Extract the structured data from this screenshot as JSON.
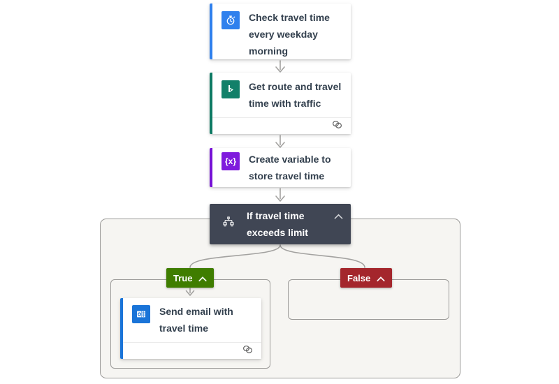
{
  "app": "flow-designer",
  "cards": {
    "trigger": {
      "title": "Check travel time every weekday morning",
      "icon": "alarm-clock-icon"
    },
    "get_route": {
      "title": "Get route and travel time with traffic",
      "icon": "bing-maps-icon",
      "footer_icon": "connections-icon"
    },
    "create_variable": {
      "title": "Create variable to store travel time",
      "icon": "variable-icon",
      "icon_text": "{x}"
    },
    "condition": {
      "title": "If travel time exceeds limit",
      "icon": "condition-branch-icon",
      "collapse_icon": "chevron-up-icon"
    },
    "send_email": {
      "title": "Send email with travel time",
      "icon": "outlook-icon",
      "footer_icon": "connections-icon"
    }
  },
  "branches": {
    "true": {
      "label": "True",
      "collapse_icon": "chevron-up-icon"
    },
    "false": {
      "label": "False",
      "collapse_icon": "chevron-up-icon"
    }
  },
  "icons": {
    "alarm-clock-icon": "⏰",
    "bing-maps-icon": "b-pennant",
    "variable-icon": "{x}",
    "condition-branch-icon": "org-branch",
    "outlook-icon": "o-calendar",
    "connections-icon": "two-overlapping-circles",
    "chevron-up-icon": "^",
    "arrow-down": "↓"
  },
  "colors": {
    "trigger_accent": "#2f80ed",
    "bing_accent": "#128069",
    "variable_accent": "#7712d6",
    "outlook_accent": "#1a74d8",
    "condition_bg": "#404654",
    "true_badge_bg": "#3f7d00",
    "false_badge_bg": "#a4262c",
    "scope_bg": "#f6f5f2",
    "scope_border": "#9b9a98",
    "connector": "#a3a2a0",
    "title_text": "#33404e"
  }
}
